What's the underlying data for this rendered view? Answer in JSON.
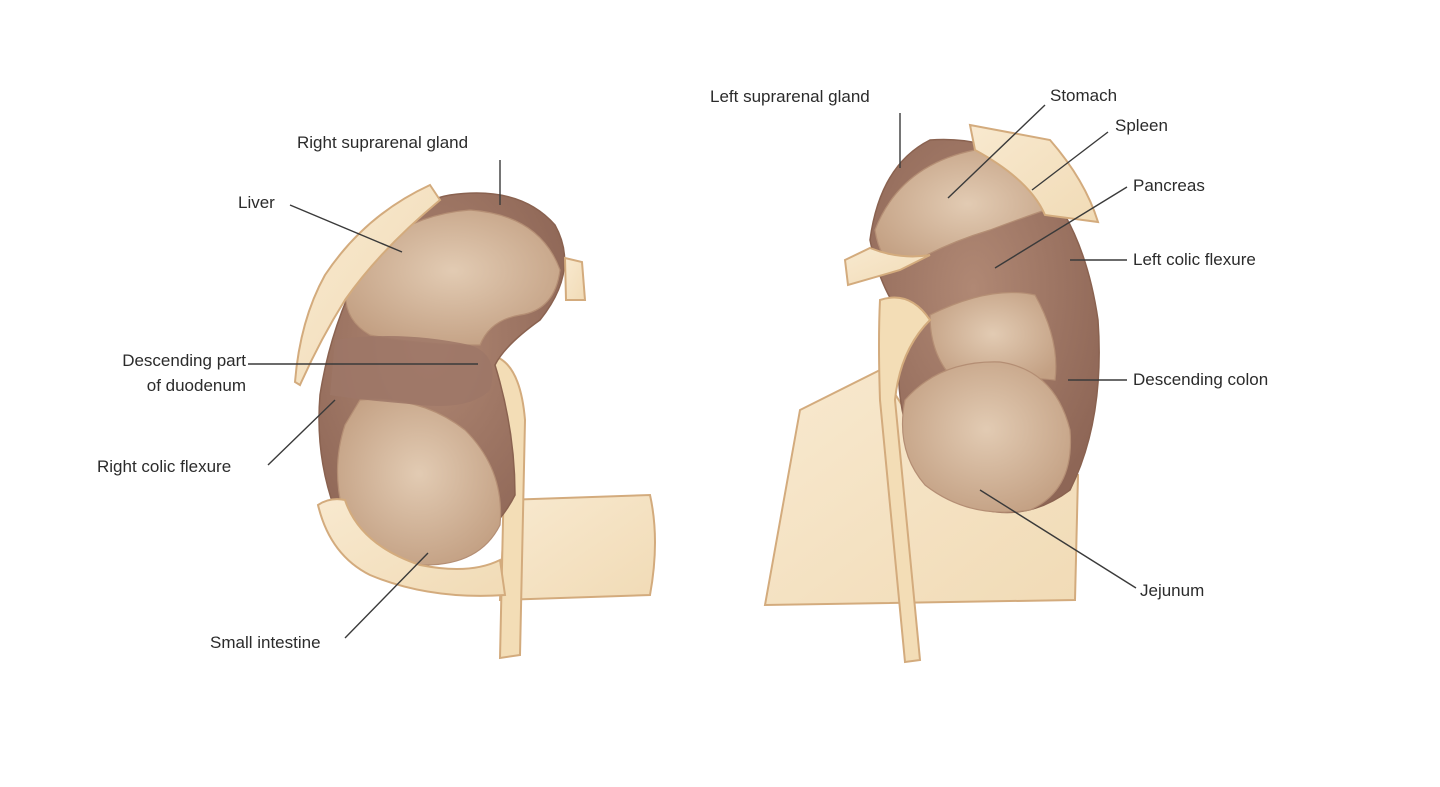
{
  "labels": {
    "right_kidney": {
      "right_suprarenal_gland": "Right suprarenal gland",
      "liver": "Liver",
      "descending_duodenum_line1": "Descending part",
      "descending_duodenum_line2": "of duodenum",
      "right_colic_flexure": "Right colic flexure",
      "small_intestine": "Small intestine"
    },
    "left_kidney": {
      "left_suprarenal_gland": "Left suprarenal gland",
      "stomach": "Stomach",
      "spleen": "Spleen",
      "pancreas": "Pancreas",
      "left_colic_flexure": "Left colic flexure",
      "descending_colon": "Descending colon",
      "jejunum": "Jejunum"
    }
  },
  "colors": {
    "dark_area": "#9b7565",
    "mid_area": "#c8a68a",
    "light_area": "#f5e3c4",
    "outline": "#c99a6c",
    "leader_line": "#3a3a3a"
  }
}
